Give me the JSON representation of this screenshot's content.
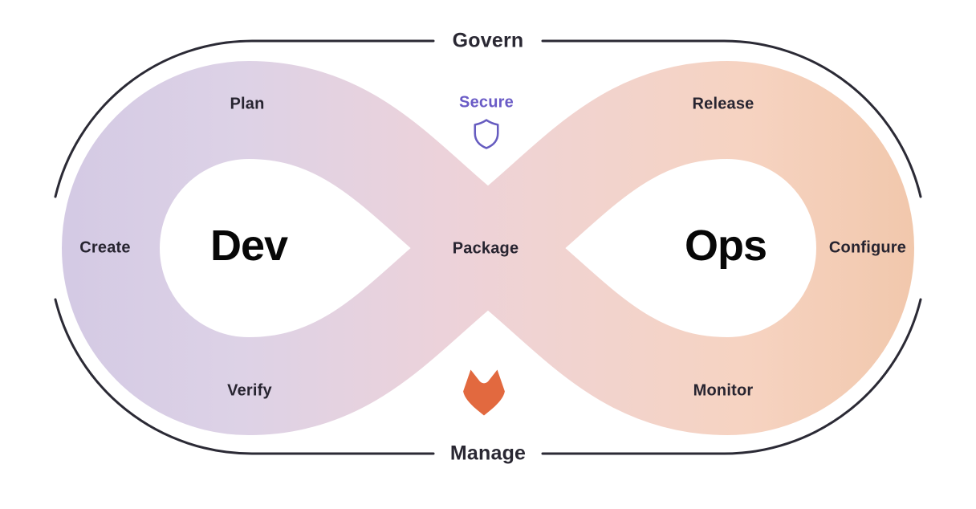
{
  "diagram": {
    "title": "GitLab DevOps infinity loop",
    "rails": {
      "top": "Govern",
      "bottom": "Manage"
    },
    "loops": {
      "left": "Dev",
      "right": "Ops"
    },
    "stages": {
      "plan": "Plan",
      "create": "Create",
      "verify": "Verify",
      "secure": "Secure",
      "package": "Package",
      "release": "Release",
      "configure": "Configure",
      "monitor": "Monitor"
    },
    "icons": {
      "secure": "shield-icon",
      "brand": "gitlab-tanuki-icon"
    },
    "colors": {
      "background": "#ffffff",
      "border_line": "#2b2a35",
      "stage_text": "#272430",
      "rail_text": "#2a2833",
      "loop_text": "#070707",
      "secure_purple": "#6a5bc6",
      "tanuki_orange": "#e2693f",
      "band_gradient": [
        "#d3c9e4",
        "#ddd2e6",
        "#ecd2da",
        "#f0d3d2",
        "#f6d3c1",
        "#f1c7ab"
      ]
    }
  }
}
